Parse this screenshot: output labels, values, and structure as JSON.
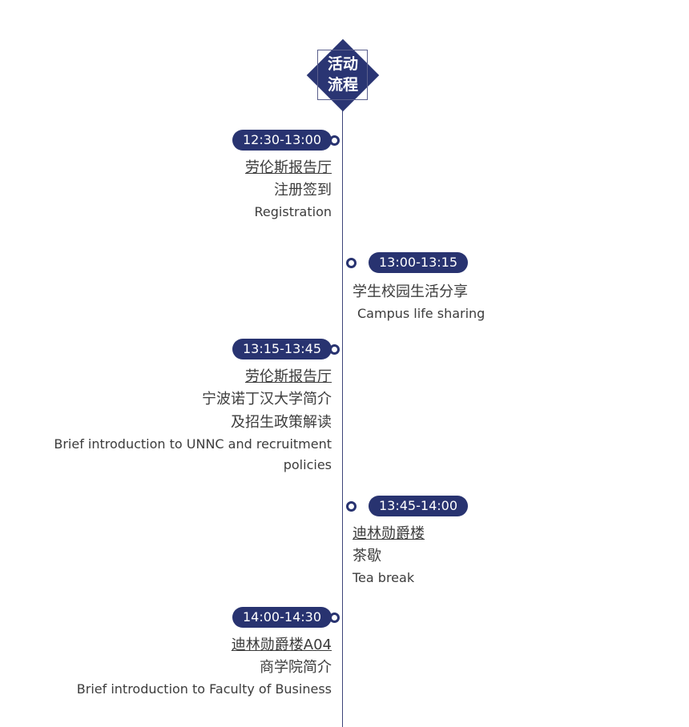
{
  "header": {
    "line1": "活动",
    "line2": "流程"
  },
  "events": [
    {
      "time": "12:30-13:00",
      "location": "劳伦斯报告厅",
      "cn": [
        "注册签到"
      ],
      "en": [
        "Registration"
      ]
    },
    {
      "time": "13:00-13:15",
      "location": "",
      "cn": [
        "学生校园生活分享"
      ],
      "en": [
        "Campus life sharing"
      ]
    },
    {
      "time": "13:15-13:45",
      "location": "劳伦斯报告厅",
      "cn": [
        "宁波诺丁汉大学简介",
        "及招生政策解读"
      ],
      "en": [
        "Brief introduction to UNNC and recruitment",
        "policies"
      ]
    },
    {
      "time": "13:45-14:00",
      "location": "迪林勋爵楼",
      "cn": [
        "茶歇"
      ],
      "en": [
        "Tea break"
      ]
    },
    {
      "time": "14:00-14:30",
      "location": "迪林勋爵楼A04",
      "cn": [
        "商学院简介"
      ],
      "en": [
        "Brief introduction to Faculty of Business"
      ]
    }
  ],
  "colors": {
    "accent": "#283370",
    "line": "#3c447a",
    "text": "#3c3c3c"
  }
}
